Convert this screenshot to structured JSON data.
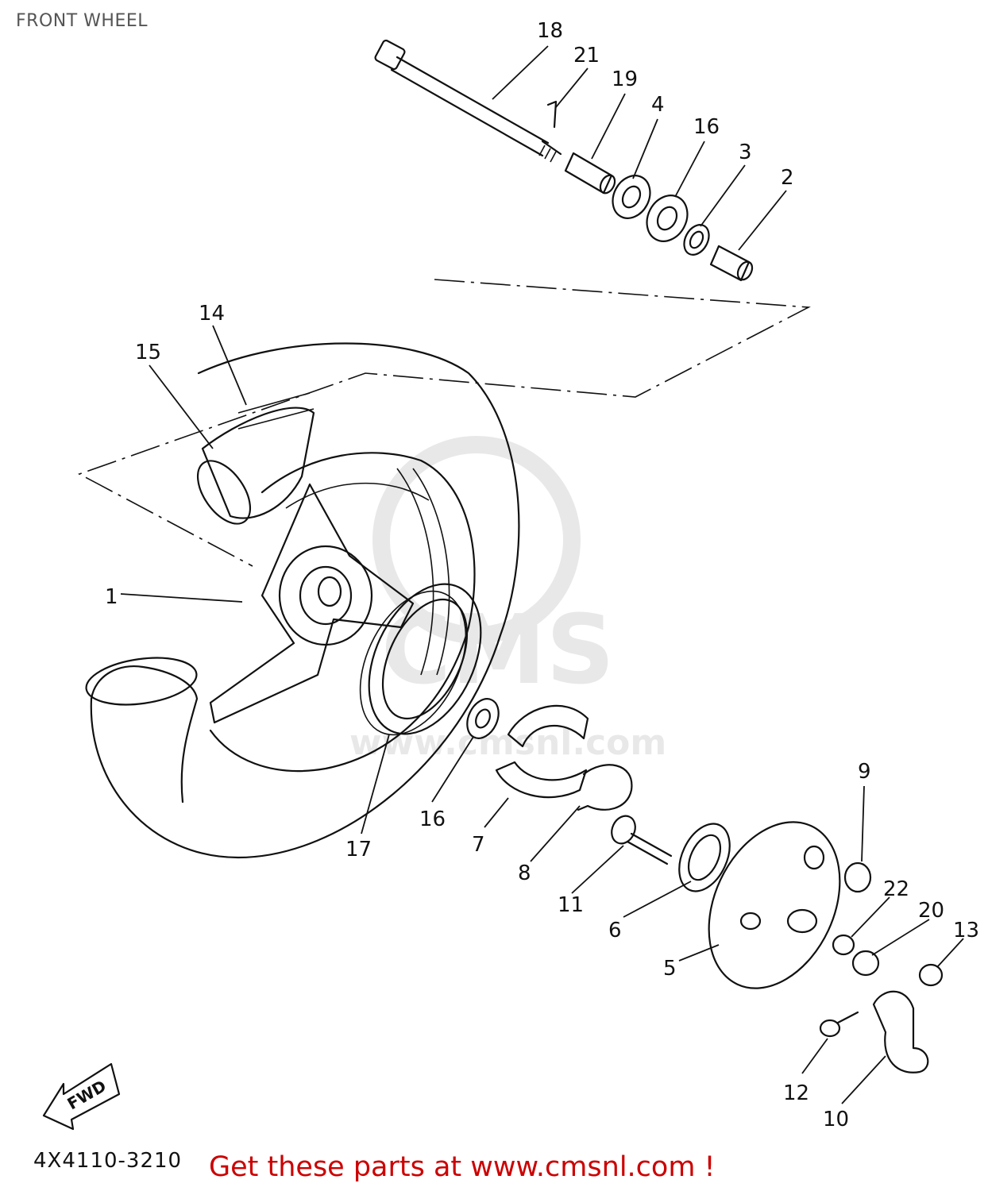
{
  "page": {
    "title": "FRONT WHEEL",
    "part_code": "4X4110-3210",
    "call_to_action": "Get these parts at www.cmsnl.com !",
    "fwd_label": "FWD",
    "watermark": "CMS",
    "watermark_url": "www.cmsnl.com",
    "accent_color": "#cc0000"
  },
  "callouts": [
    {
      "id": "18",
      "label": "18"
    },
    {
      "id": "21",
      "label": "21"
    },
    {
      "id": "19",
      "label": "19"
    },
    {
      "id": "4",
      "label": "4"
    },
    {
      "id": "16a",
      "label": "16"
    },
    {
      "id": "3",
      "label": "3"
    },
    {
      "id": "2",
      "label": "2"
    },
    {
      "id": "14",
      "label": "14"
    },
    {
      "id": "15",
      "label": "15"
    },
    {
      "id": "1",
      "label": "1"
    },
    {
      "id": "16b",
      "label": "16"
    },
    {
      "id": "17",
      "label": "17"
    },
    {
      "id": "7",
      "label": "7"
    },
    {
      "id": "8",
      "label": "8"
    },
    {
      "id": "11",
      "label": "11"
    },
    {
      "id": "6",
      "label": "6"
    },
    {
      "id": "5",
      "label": "5"
    },
    {
      "id": "9",
      "label": "9"
    },
    {
      "id": "22",
      "label": "22"
    },
    {
      "id": "20",
      "label": "20"
    },
    {
      "id": "13",
      "label": "13"
    },
    {
      "id": "12",
      "label": "12"
    },
    {
      "id": "10",
      "label": "10"
    }
  ]
}
